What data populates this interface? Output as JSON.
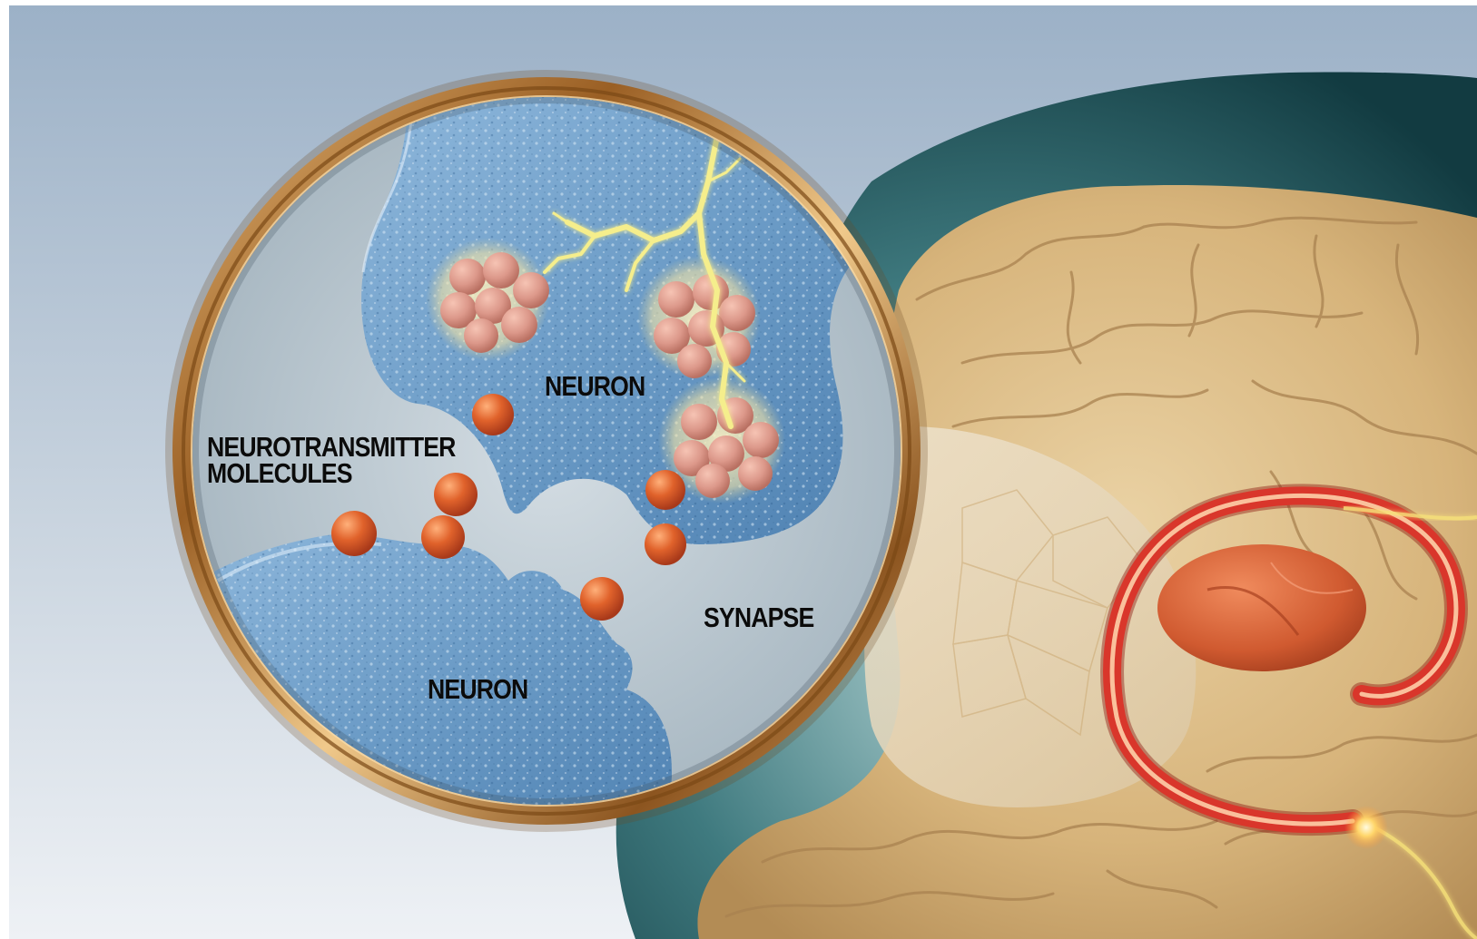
{
  "labels": {
    "neuron_top": "NEURON",
    "neurotransmitter_line1": "NEUROTRANSMITTER",
    "neurotransmitter_line2": "MOLECULES",
    "synapse": "SYNAPSE",
    "neuron_bottom": "NEURON"
  },
  "colors": {
    "background_top": "#9fb3c8",
    "background_bottom": "#eef1f5",
    "frame_gold": "#c08a45",
    "neuron_blue": "#6f9ec5",
    "synaptic_gap": "#b9c6cf",
    "molecule_orange": "#d65a28",
    "vesicle_pink": "#e4a08c",
    "lightning_yellow": "#f3ec8a",
    "brain_tan": "#d9b67d",
    "brain_shell_teal": "#1f4f55",
    "pathway_red": "#d9362b"
  },
  "icons": {
    "magnifier": "magnifier-lens-icon",
    "brain": "brain-illustration",
    "lightning": "nerve-impulse-icon"
  }
}
